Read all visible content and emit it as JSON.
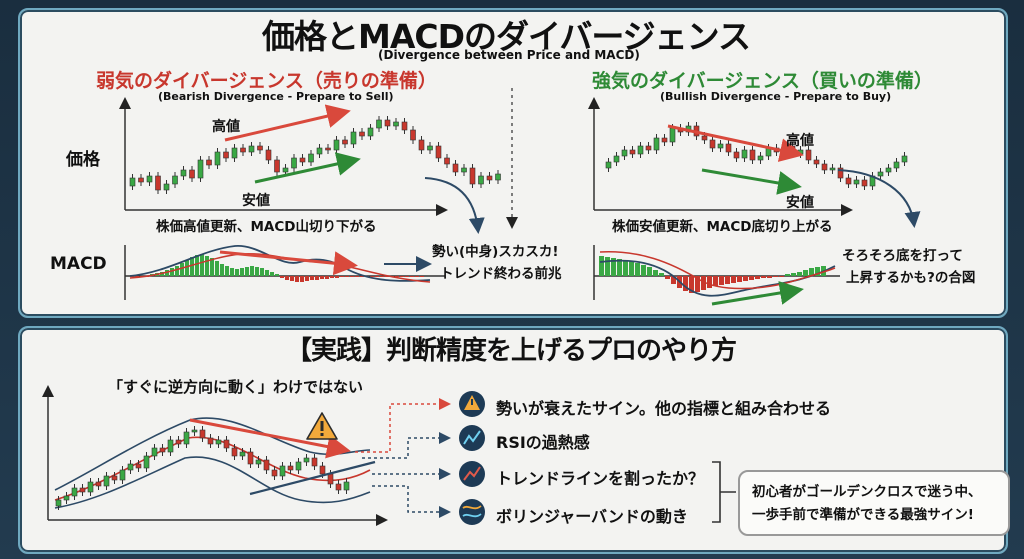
{
  "title": "価格とMACDのダイバージェンス",
  "subtitle": "(Divergence between Price and MACD)",
  "bearish": {
    "heading": "弱気のダイバージェンス（売りの準備）",
    "sub": "(Bearish Divergence - Prepare to Sell)",
    "high_label": "高値",
    "low_label": "安値",
    "caption": "株価高値更新、MACD山切り下がる",
    "callout_line1": "勢い(中身)スカスカ!",
    "callout_line2": "トレンド終わる前兆"
  },
  "bullish": {
    "heading": "強気のダイバージェンス（買いの準備）",
    "sub": "(Bullish Divergence - Prepare to Buy)",
    "high_label": "高値",
    "low_label": "安値",
    "caption": "株価安値更新、MACD底切り上がる",
    "callout_line1": "そろそろ底を打って",
    "callout_line2": "上昇するかも?の合図"
  },
  "axis_labels": {
    "price": "価格",
    "macd": "MACD"
  },
  "practice": {
    "title": "【実践】判断精度を上げるプロのやり方",
    "note": "「すぐに逆方向に動く」わけではない",
    "tips": [
      {
        "icon": "warning-icon",
        "text": "勢いが衰えたサイン。他の指標と組み合わせる"
      },
      {
        "icon": "rsi-chart-icon",
        "text": "RSIの過熱感"
      },
      {
        "icon": "trendline-icon",
        "text": "トレンドラインを割ったか？"
      },
      {
        "icon": "bollinger-icon",
        "text": "ボリンジャーバンドの動き"
      }
    ],
    "summary_line1": "初心者がゴールデンクロスで迷う中、",
    "summary_line2": "一歩手前で準備ができる最強サイン!"
  },
  "colors": {
    "up": "#3aa845",
    "down": "#c8372d",
    "accent": "#6fa9c0"
  }
}
